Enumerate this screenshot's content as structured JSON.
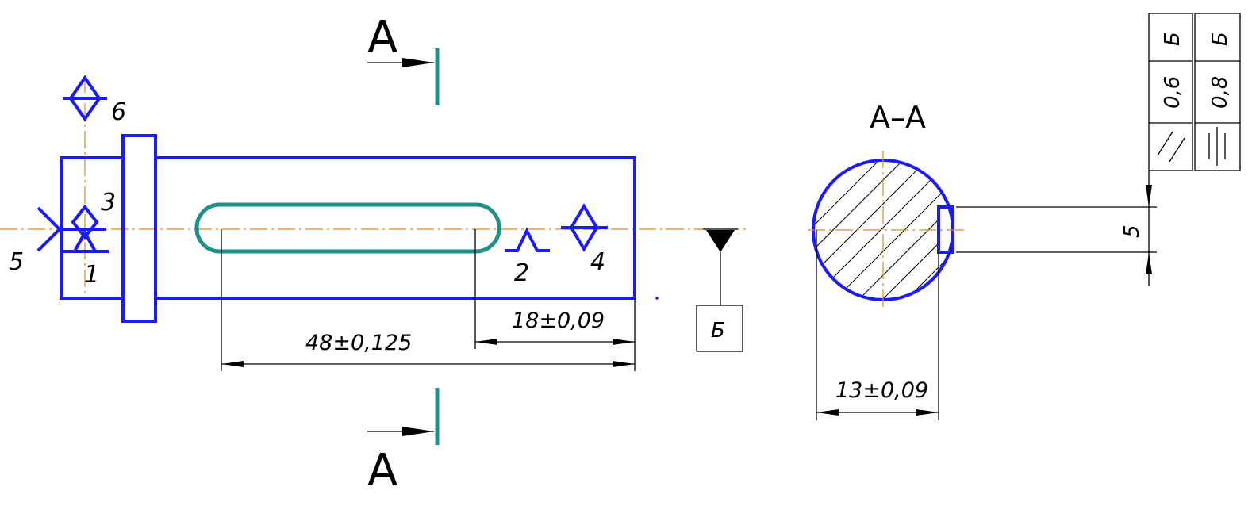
{
  "section": {
    "cut_letter_top": "А",
    "cut_letter_bottom": "А",
    "view_title": "А–А"
  },
  "surface_labels": [
    "1",
    "2",
    "3",
    "4",
    "5",
    "6"
  ],
  "dimensions": {
    "slot_length": "48±0,125",
    "slot_offset": "18±0,09",
    "section_depth": "13±0,09",
    "keyway_width": "5"
  },
  "datum": {
    "letter": "Б"
  },
  "tolerance_frames": [
    {
      "symbol": "parallelism",
      "value": "0,6",
      "datum": "Б"
    },
    {
      "symbol": "symmetry",
      "value": "0,8",
      "datum": "Б"
    }
  ],
  "colors": {
    "contour": "#1a1aff",
    "keyway": "#1f8f8a",
    "axis": "#e08a1e",
    "dimension": "#000000"
  }
}
